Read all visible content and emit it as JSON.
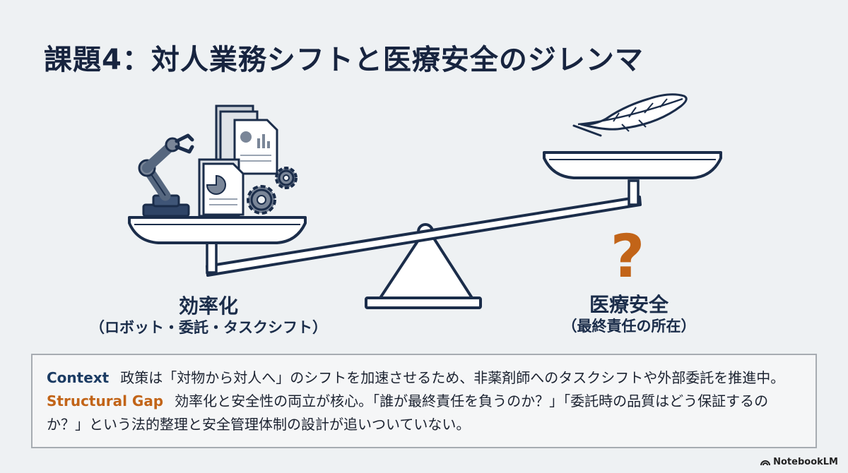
{
  "title": "課題4：対人業務シフトと医療安全のジレンマ",
  "left": {
    "label": "効率化",
    "sublabel": "（ロボット・委託・タスクシフト）"
  },
  "right": {
    "label": "医療安全",
    "sublabel": "（最終責任の所在）",
    "mark": "?"
  },
  "context": {
    "tag": "Context",
    "text": "政策は「対物から対人へ」のシフトを加速させるため、非薬剤師へのタスクシフトや外部委託を推進中。"
  },
  "gap": {
    "tag": "Structural Gap",
    "text": "効率化と安全性の両立が核心。「誰が最終責任を負うのか？」「委託時の品質はどう保証するのか？」という法的整理と安全管理体制の設計が追いついていない。"
  },
  "brand": "NotebookLM",
  "colors": {
    "navy": "#1b2d4a",
    "orange": "#c26418",
    "background": "#eef1f3"
  },
  "icons": [
    "robot-arm-icon",
    "documents-icon",
    "gears-icon",
    "feather-icon",
    "question-mark-icon"
  ]
}
